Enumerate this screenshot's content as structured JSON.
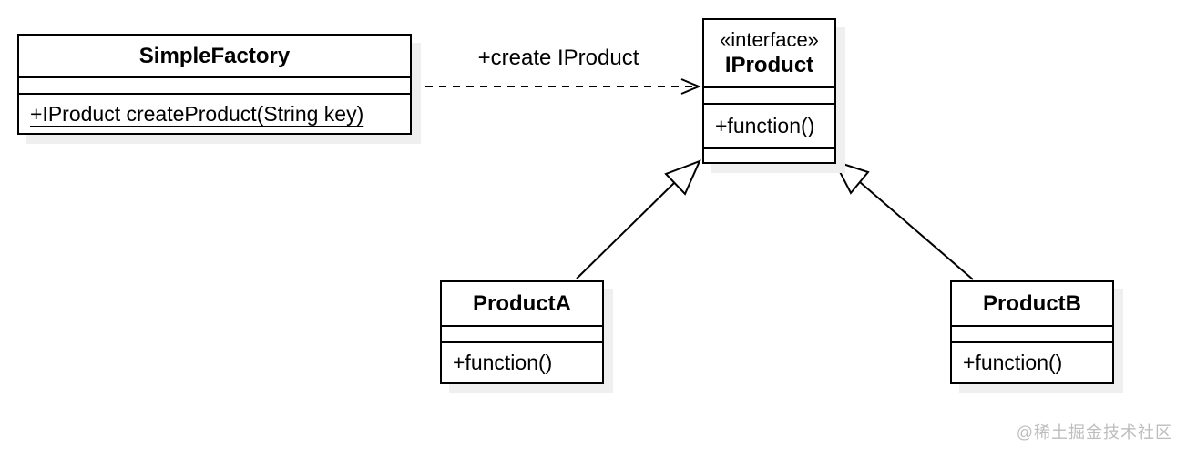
{
  "diagram": {
    "classes": [
      {
        "name": "SimpleFactory",
        "stereotype": "",
        "attributes": [],
        "methods": [
          "+IProduct createProduct(String key)"
        ],
        "method_underlined_static": true
      },
      {
        "name": "IProduct",
        "stereotype": "«interface»",
        "attributes": [],
        "methods": [
          "+function()"
        ]
      },
      {
        "name": "ProductA",
        "stereotype": "",
        "attributes": [],
        "methods": [
          "+function()"
        ]
      },
      {
        "name": "ProductB",
        "stereotype": "",
        "attributes": [],
        "methods": [
          "+function()"
        ]
      }
    ],
    "relations": [
      {
        "type": "dependency",
        "from": "SimpleFactory",
        "to": "IProduct",
        "label": "+create IProduct",
        "line_style": "dashed",
        "arrowhead": "open"
      },
      {
        "type": "realization",
        "from": "ProductA",
        "to": "IProduct",
        "label": "",
        "line_style": "solid",
        "arrowhead": "hollow-triangle"
      },
      {
        "type": "realization",
        "from": "ProductB",
        "to": "IProduct",
        "label": "",
        "line_style": "solid",
        "arrowhead": "hollow-triangle"
      }
    ],
    "watermark": "@稀土掘金技术社区",
    "colors": {
      "stroke": "#000000",
      "box_fill": "#ffffff",
      "box_shadow": "#efefef",
      "watermark": "#bdbdbd"
    }
  }
}
